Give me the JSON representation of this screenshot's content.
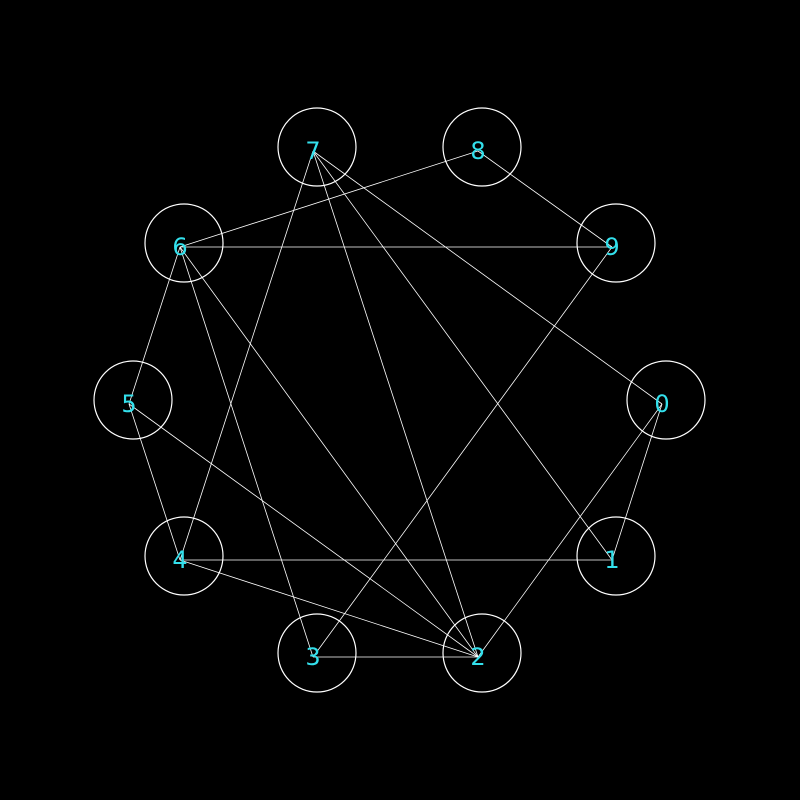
{
  "colors": {
    "background": "#000000",
    "line": "#ffffff",
    "label": "#33e0ec"
  },
  "graph": {
    "nodes": [
      {
        "id": "n0",
        "label": "0"
      },
      {
        "id": "n1",
        "label": "1"
      },
      {
        "id": "n2",
        "label": "2"
      },
      {
        "id": "n3",
        "label": "3"
      },
      {
        "id": "n4",
        "label": "4"
      },
      {
        "id": "n5",
        "label": "5"
      },
      {
        "id": "n6",
        "label": "6"
      },
      {
        "id": "n7",
        "label": "7"
      },
      {
        "id": "n8",
        "label": "8"
      },
      {
        "id": "n9",
        "label": "9"
      }
    ],
    "edges": [
      {
        "from": "0",
        "to": "1"
      },
      {
        "from": "0",
        "to": "2"
      },
      {
        "from": "0",
        "to": "7"
      },
      {
        "from": "1",
        "to": "4"
      },
      {
        "from": "1",
        "to": "7"
      },
      {
        "from": "2",
        "to": "3"
      },
      {
        "from": "2",
        "to": "4"
      },
      {
        "from": "2",
        "to": "5"
      },
      {
        "from": "2",
        "to": "6"
      },
      {
        "from": "2",
        "to": "7"
      },
      {
        "from": "3",
        "to": "6"
      },
      {
        "from": "3",
        "to": "9"
      },
      {
        "from": "4",
        "to": "5"
      },
      {
        "from": "4",
        "to": "7"
      },
      {
        "from": "5",
        "to": "6"
      },
      {
        "from": "6",
        "to": "8"
      },
      {
        "from": "6",
        "to": "9"
      },
      {
        "from": "8",
        "to": "9"
      }
    ]
  }
}
